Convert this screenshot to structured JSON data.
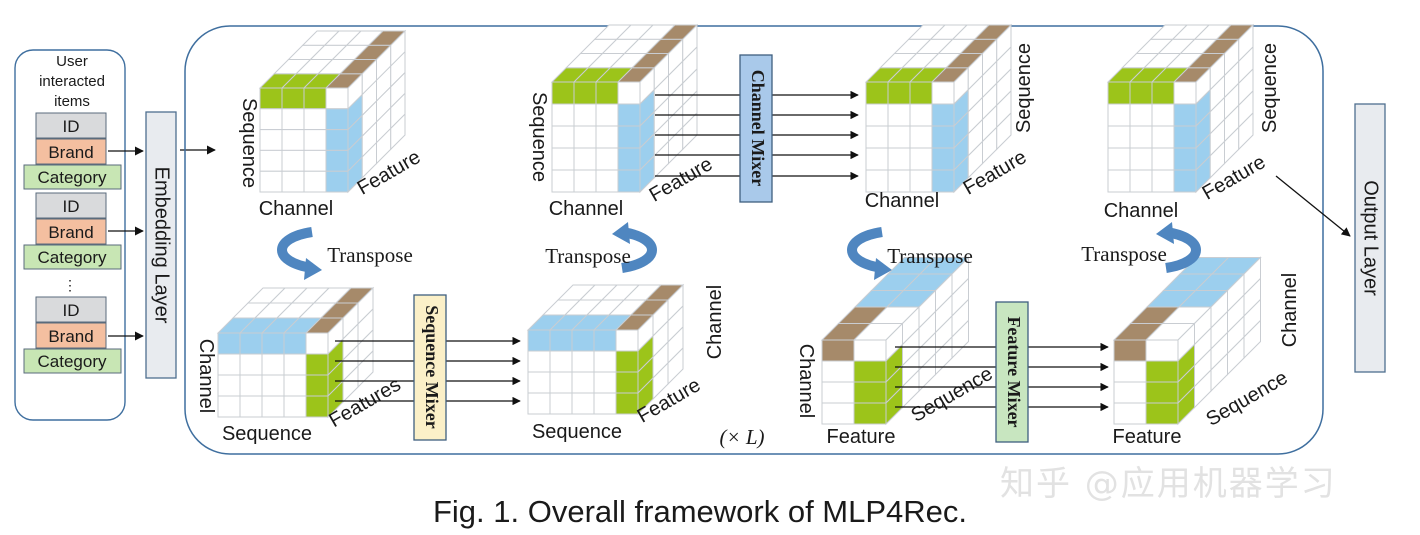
{
  "caption": "Fig. 1.  Overall framework of MLP4Rec.",
  "watermark": "知乎 @应用机器学习",
  "input_panel": {
    "header": [
      "User",
      "interacted",
      "items"
    ],
    "groups": [
      {
        "fields": [
          "ID",
          "Brand",
          "Category"
        ]
      },
      {
        "fields": [
          "ID",
          "Brand",
          "Category"
        ]
      },
      {
        "fields": [
          "ID",
          "Brand",
          "Category"
        ]
      }
    ],
    "ellipsis": "⋮"
  },
  "embedding_layer": "Embedding Layer",
  "output_layer": "Output Layer",
  "mixers": {
    "channel": "Channel Mixer",
    "sequence": "Sequence Mixer",
    "feature": "Feature Mixer"
  },
  "transpose_label": "Transpose",
  "repeat_label": "(× L)",
  "cubes": {
    "top1": {
      "front": "Channel",
      "side": "Feature",
      "left": "Sequence"
    },
    "top2": {
      "front": "Channel",
      "side": "Feature",
      "left": "Sequence"
    },
    "top3": {
      "front": "Channel",
      "side": "Feature",
      "right": "Sequence"
    },
    "top4": {
      "front": "Channel",
      "side": "Feature",
      "right": "Sequence"
    },
    "bot1": {
      "front": "Sequence",
      "side": "Features",
      "left": "Channel"
    },
    "bot2": {
      "front": "Sequence",
      "side": "Feature",
      "right": "Channel"
    },
    "bot3": {
      "front": "Feature",
      "side": "Sequence",
      "left": "Channel"
    },
    "bot4": {
      "front": "Feature",
      "side": "Sequence",
      "right": "Channel"
    }
  },
  "colors": {
    "green": "#9cc41a",
    "blue": "#9ccfee",
    "brown": "#a68a6a",
    "id_box": "#d9dadc",
    "brand_box": "#f4bfa0",
    "category_box": "#c8e6b4",
    "transpose_arrow": "#4f86c0",
    "border": "#3f6f9f"
  }
}
